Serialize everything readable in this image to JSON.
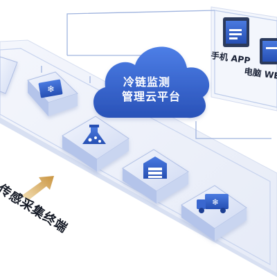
{
  "cloud": {
    "line1": "冷链监测",
    "line2": "管理云平台"
  },
  "devices": {
    "mobile_label": "手机 APP",
    "pc_label": "电脑 WEB"
  },
  "terminal": {
    "label": "传感采集终端"
  },
  "icons": [
    "thermometer-snowflake-icon",
    "flask-icon",
    "warehouse-icon",
    "refrigerated-truck-icon"
  ],
  "colors": {
    "accent": "#2f5fc8",
    "cloud": "#3566d4",
    "arrow": "#d9a95a",
    "platform": "#eef2fb"
  }
}
